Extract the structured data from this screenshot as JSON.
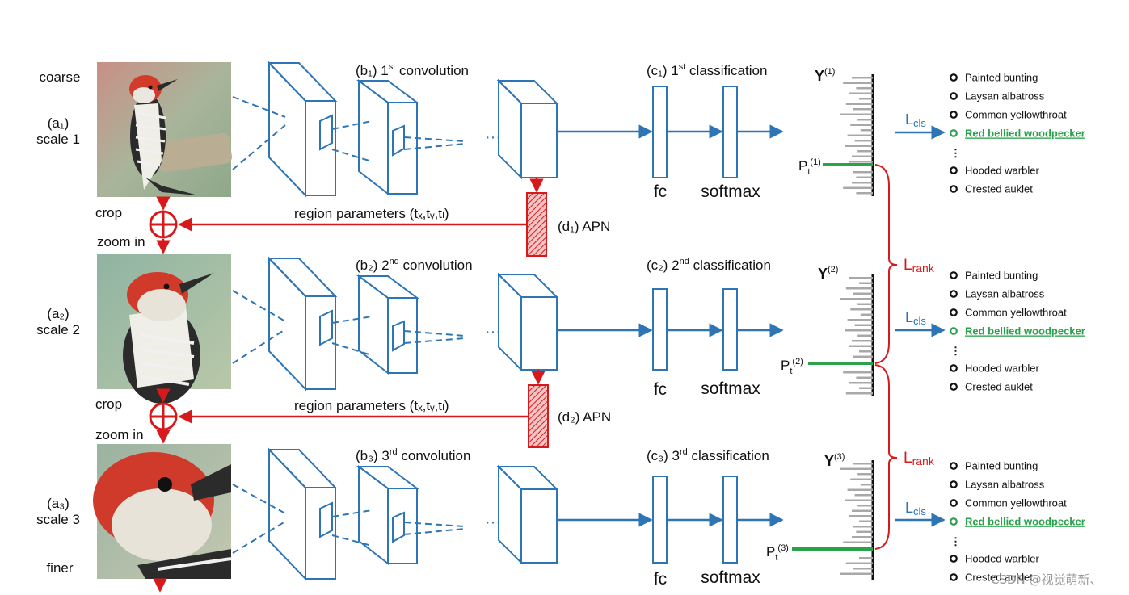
{
  "colors": {
    "blue": "#2e75b6",
    "red": "#d7191c",
    "green": "#2aa14a"
  },
  "scale_labels": {
    "coarse": "coarse",
    "finer": "finer"
  },
  "rows": [
    {
      "scale_tag": "(a₁)",
      "scale_name": "scale 1",
      "conv_label": "(b₁) 1",
      "conv_sup": "st",
      "conv_suffix": " convolution",
      "cls_label": "(c₁) 1",
      "cls_sup": "st",
      "cls_suffix": " classification",
      "fc": "fc",
      "softmax": "softmax",
      "y_label": "Y",
      "y_sup": "(1)",
      "pt_label": "P",
      "pt_sub": "t",
      "pt_sup": "(1)",
      "lcls_main": "L",
      "lcls_sub": "cls",
      "classes": [
        "Painted bunting",
        "Laysan albatross",
        "Common yellowthroat",
        "Red bellied woodpecker",
        "⋮",
        "Hooded warbler",
        "Crested auklet"
      ],
      "highlight_index": 3
    },
    {
      "scale_tag": "(a₂)",
      "scale_name": "scale 2",
      "conv_label": "(b₂) 2",
      "conv_sup": "nd",
      "conv_suffix": " convolution",
      "cls_label": "(c₂) 2",
      "cls_sup": "nd",
      "cls_suffix": " classification",
      "fc": "fc",
      "softmax": "softmax",
      "y_label": "Y",
      "y_sup": "(2)",
      "pt_label": "P",
      "pt_sub": "t",
      "pt_sup": "(2)",
      "lcls_main": "L",
      "lcls_sub": "cls",
      "classes": [
        "Painted bunting",
        "Laysan albatross",
        "Common yellowthroat",
        "Red bellied woodpecker",
        "⋮",
        "Hooded warbler",
        "Crested auklet"
      ],
      "highlight_index": 3
    },
    {
      "scale_tag": "(a₃)",
      "scale_name": "scale 3",
      "conv_label": "(b₃) 3",
      "conv_sup": "rd",
      "conv_suffix": " convolution",
      "cls_label": "(c₃) 3",
      "cls_sup": "rd",
      "cls_suffix": " classification",
      "fc": "fc",
      "softmax": "softmax",
      "y_label": "Y",
      "y_sup": "(3)",
      "pt_label": "P",
      "pt_sub": "t",
      "pt_sup": "(3)",
      "lcls_main": "L",
      "lcls_sub": "cls",
      "classes": [
        "Painted bunting",
        "Laysan albatross",
        "Common yellowthroat",
        "Red bellied woodpecker",
        "⋮",
        "Hooded warbler",
        "Crested auklet"
      ],
      "highlight_index": 3
    }
  ],
  "transitions": [
    {
      "crop": "crop",
      "zoom": "zoom in",
      "region": "region parameters (tₓ,tᵧ,tₗ)",
      "apn": "(d₁) APN"
    },
    {
      "crop": "crop",
      "zoom": "zoom in",
      "region": "region parameters (tₓ,tᵧ,tₗ)",
      "apn": "(d₂) APN"
    }
  ],
  "rank_loss": {
    "main": "L",
    "sub": "rank"
  },
  "conv_dots": "···",
  "watermark": "CSDN @视觉萌新、"
}
